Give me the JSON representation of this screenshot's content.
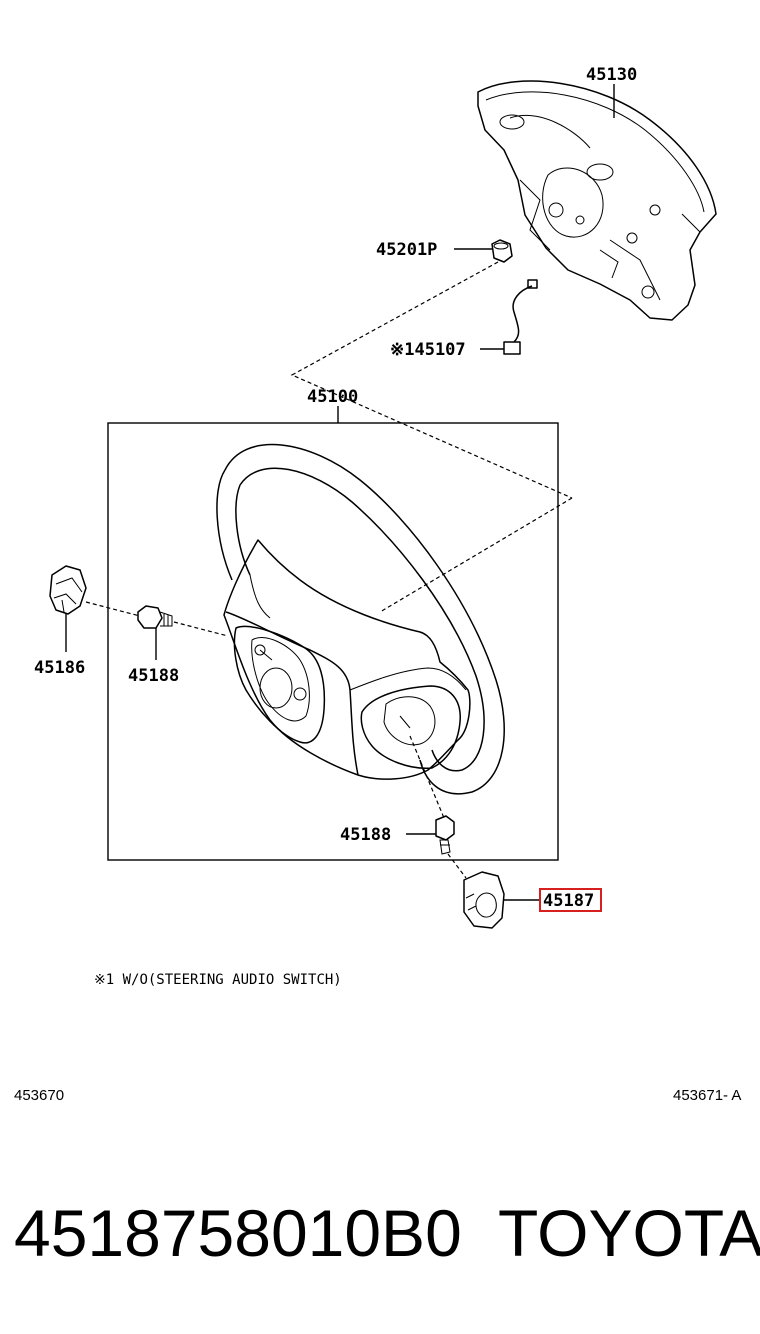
{
  "parts": {
    "airbag": "45130",
    "nut": "45201P",
    "wire": "※145107",
    "wheel_assy": "45100",
    "cover_left": "45186",
    "screw_left": "45188",
    "screw_bottom": "45188",
    "cover_lower": "45187"
  },
  "highlight_color": "#d62020",
  "footnote": "※1 W/O(STEERING AUDIO SWITCH)",
  "ref_left": "453670",
  "ref_right": "453671- A",
  "part_number": "4518758010B0",
  "brand": "TOYOTA"
}
